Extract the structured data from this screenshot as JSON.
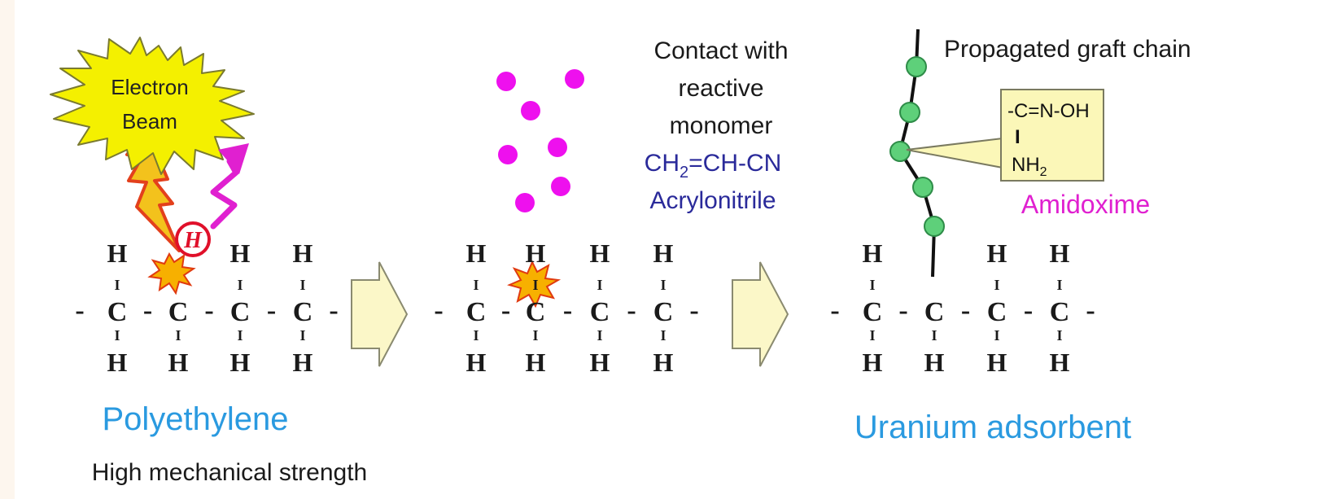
{
  "colors": {
    "page_background": "#fdf6ee",
    "panel_background": "#ffffff",
    "burst_fill": "#f4f000",
    "burst_stroke": "#7a7a30",
    "lightning": "#f3c21c",
    "lightning_stroke": "#e3401c",
    "hydrogen_ring": "#e0102a",
    "magenta": "#e020d0",
    "monomer_dot": "#ee10ee",
    "graft_bead": "#5ed07a",
    "graft_bead_stroke": "#2e8c48",
    "arrow_fill": "#fbf7c8",
    "arrow_stroke": "#8a8a70",
    "callout_fill": "#fbf7b8",
    "blue_label": "#2a9ae0",
    "formula_blue": "#2a2a9a",
    "text": "#1a1a1a"
  },
  "step1": {
    "burst_line1": "Electron",
    "burst_line2": "Beam",
    "removed_atom": "H",
    "label": "Polyethylene",
    "sublabel": "High mechanical strength"
  },
  "step2": {
    "title_line1": "Contact with",
    "title_line2": "reactive",
    "title_line3": "monomer",
    "formula_prefix": "CH",
    "formula_sub": "2",
    "formula_suffix": "=CH-CN",
    "monomer_name": "Acrylonitrile"
  },
  "step3": {
    "graft_label": "Propagated graft chain",
    "callout_line1": "-C=N-OH",
    "callout_bond": "I",
    "callout_nh": "NH",
    "callout_sub": "2",
    "functional_group": "Amidoxime",
    "label": "Uranium adsorbent"
  },
  "chain": {
    "carbon": "C",
    "hydrogen": "H",
    "bond_h": "-",
    "bond_v": "I"
  }
}
